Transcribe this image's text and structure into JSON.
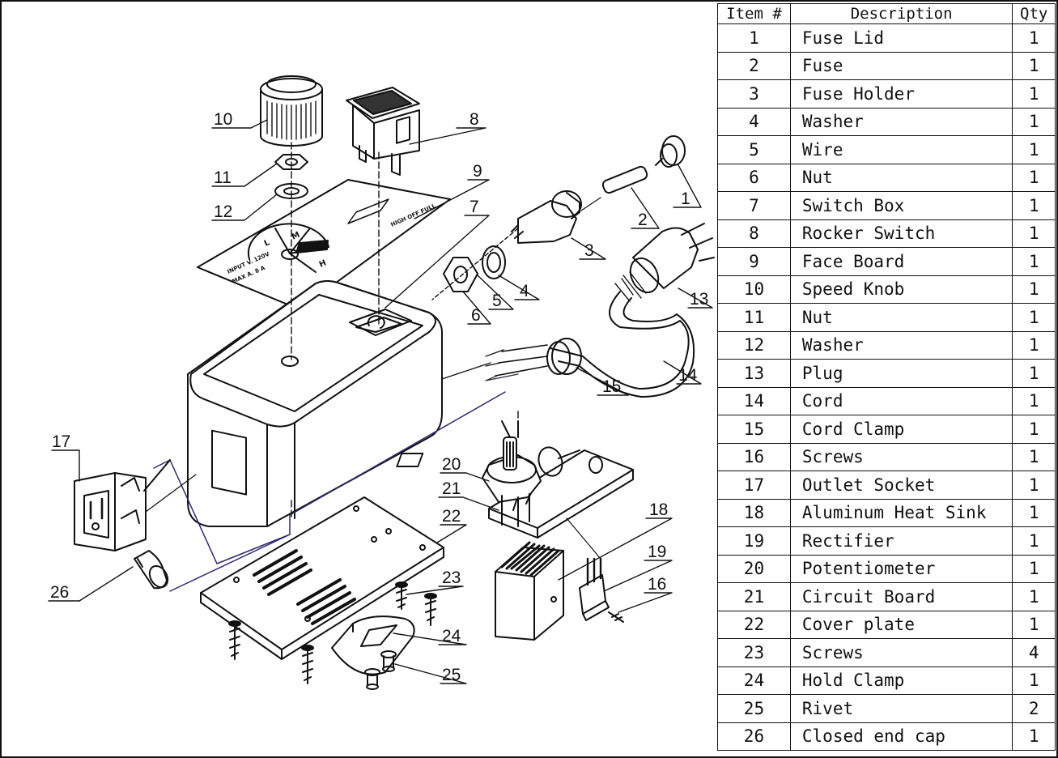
{
  "table": {
    "headers": [
      "Item #",
      "Description",
      "Qty"
    ],
    "rows": [
      {
        "item": "1",
        "description": "Fuse Lid",
        "qty": "1"
      },
      {
        "item": "2",
        "description": "Fuse",
        "qty": "1"
      },
      {
        "item": "3",
        "description": "Fuse Holder",
        "qty": "1"
      },
      {
        "item": "4",
        "description": "Washer",
        "qty": "1"
      },
      {
        "item": "5",
        "description": "Wire",
        "qty": "1"
      },
      {
        "item": "6",
        "description": "Nut",
        "qty": "1"
      },
      {
        "item": "7",
        "description": "Switch Box",
        "qty": "1"
      },
      {
        "item": "8",
        "description": "Rocker Switch",
        "qty": "1"
      },
      {
        "item": "9",
        "description": "Face Board",
        "qty": "1"
      },
      {
        "item": "10",
        "description": "Speed Knob",
        "qty": "1"
      },
      {
        "item": "11",
        "description": "Nut",
        "qty": "1"
      },
      {
        "item": "12",
        "description": "Washer",
        "qty": "1"
      },
      {
        "item": "13",
        "description": "Plug",
        "qty": "1"
      },
      {
        "item": "14",
        "description": "Cord",
        "qty": "1"
      },
      {
        "item": "15",
        "description": "Cord Clamp",
        "qty": "1"
      },
      {
        "item": "16",
        "description": "Screws",
        "qty": "1"
      },
      {
        "item": "17",
        "description": "Outlet Socket",
        "qty": "1"
      },
      {
        "item": "18",
        "description": "Aluminum Heat Sink",
        "qty": "1"
      },
      {
        "item": "19",
        "description": "Rectifier",
        "qty": "1"
      },
      {
        "item": "20",
        "description": "Potentiometer",
        "qty": "1"
      },
      {
        "item": "21",
        "description": "Circuit Board",
        "qty": "1"
      },
      {
        "item": "22",
        "description": "Cover plate",
        "qty": "1"
      },
      {
        "item": "23",
        "description": "Screws",
        "qty": "4"
      },
      {
        "item": "24",
        "description": "Hold Clamp",
        "qty": "1"
      },
      {
        "item": "25",
        "description": "Rivet",
        "qty": "2"
      },
      {
        "item": "26",
        "description": "Closed end cap",
        "qty": "1"
      }
    ]
  },
  "diagram": {
    "callouts": [
      "1",
      "2",
      "3",
      "4",
      "5",
      "6",
      "7",
      "8",
      "9",
      "10",
      "11",
      "12",
      "13",
      "14",
      "15",
      "16",
      "17",
      "18",
      "19",
      "20",
      "21",
      "22",
      "23",
      "24",
      "25",
      "26"
    ],
    "faceboard_text": [
      "HIGH OFF FULL",
      "INPUT V. 120V",
      "MAX A. 8 A"
    ],
    "dial_marks": [
      "L",
      "M",
      "H"
    ]
  }
}
